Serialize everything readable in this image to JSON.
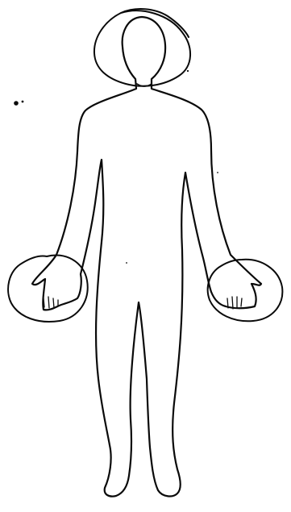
{
  "figure": {
    "subject": "front-view-body-outline",
    "ink_color": "#0a0a0a",
    "background_color": "#ffffff",
    "marked_regions": [
      "head",
      "left-hand",
      "right-hand"
    ]
  }
}
